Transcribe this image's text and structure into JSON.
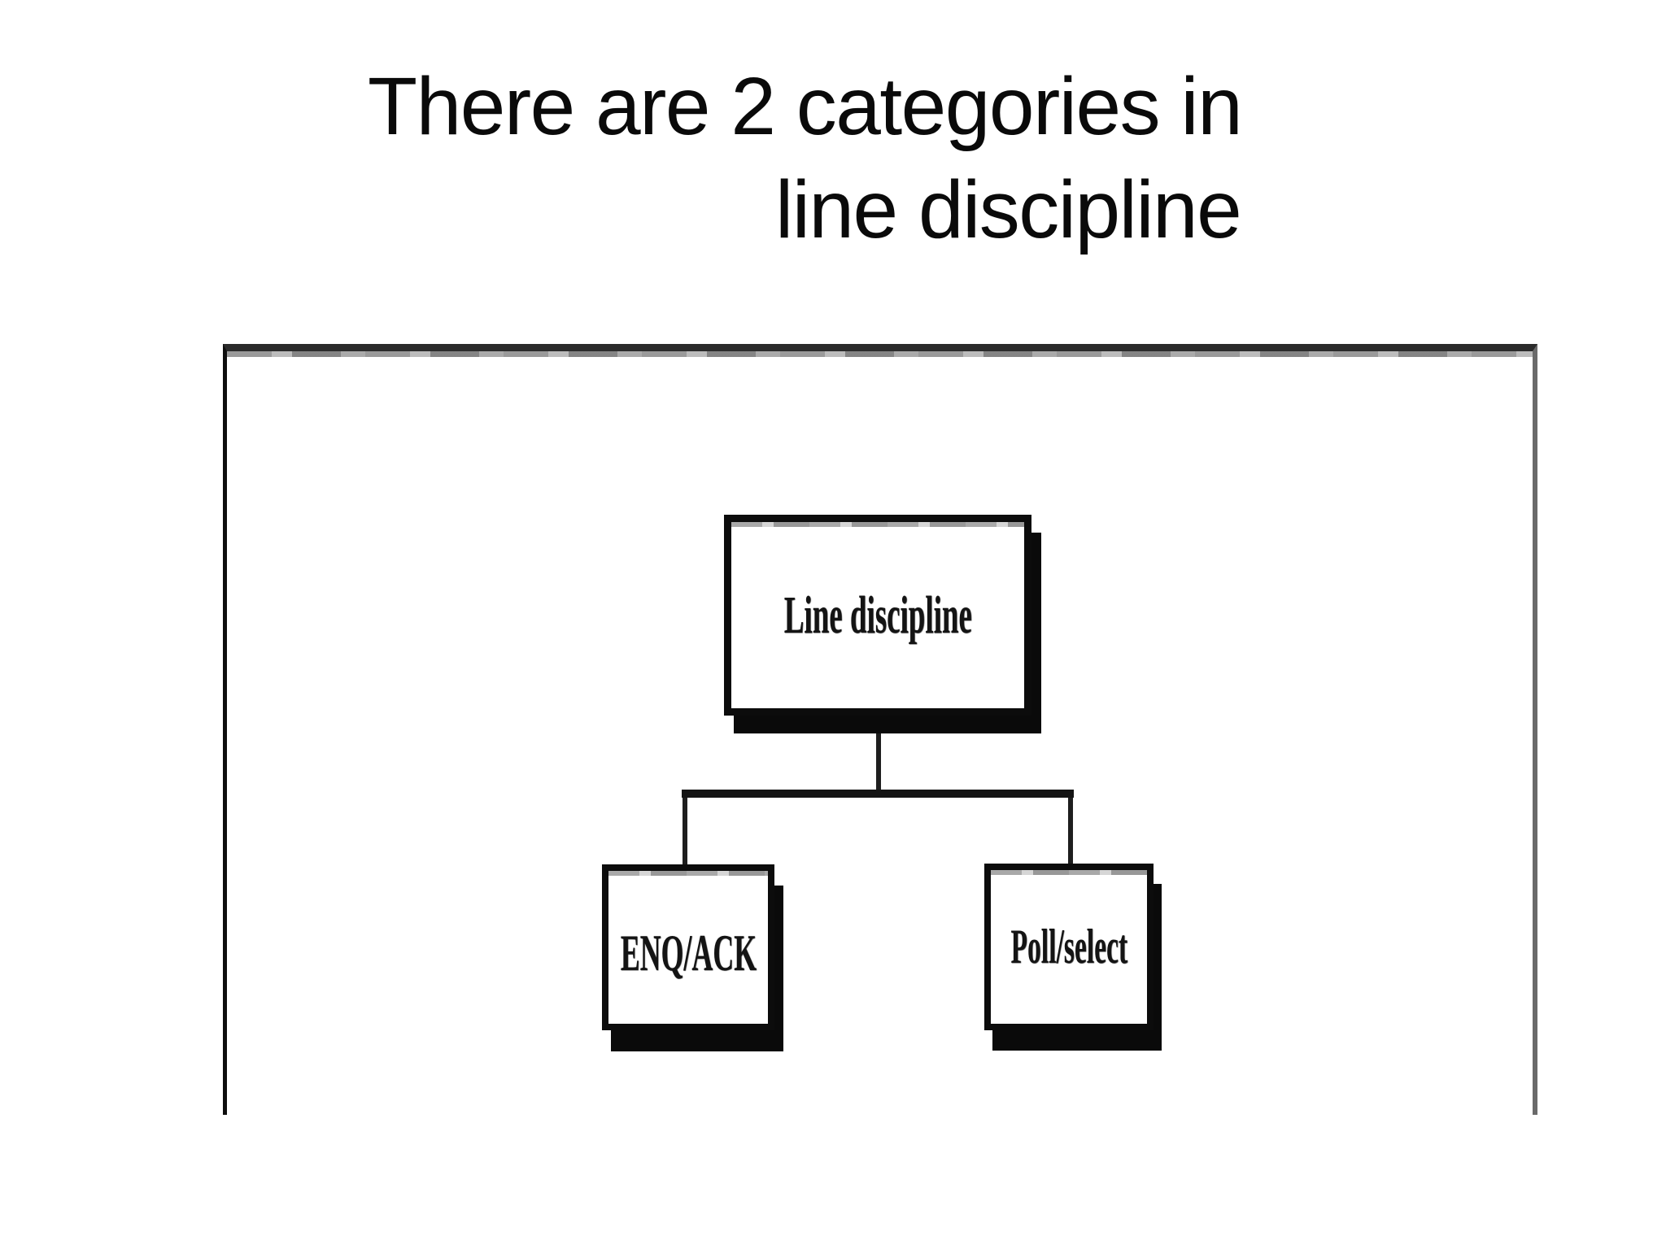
{
  "slide": {
    "title_line1": "There are 2 categories in",
    "title_line2": "line discipline"
  },
  "diagram": {
    "root": {
      "label": "Line discipline"
    },
    "children": [
      {
        "label": "ENQ/ACK"
      },
      {
        "label": "Poll/select"
      }
    ],
    "colors": {
      "ink": "#0c0c0c",
      "shadow": "#0a0a0a",
      "frame_top": "#2b2b2b",
      "frame_side_gray": "#6a6a6a",
      "background": "#ffffff"
    }
  }
}
